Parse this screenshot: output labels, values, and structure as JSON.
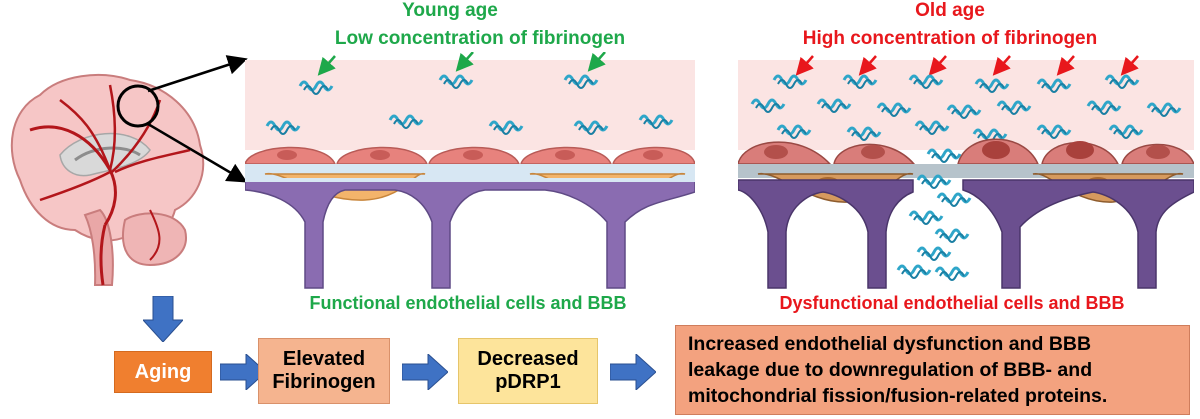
{
  "young": {
    "title": "Young age",
    "subtitle": "Low concentration of fibrinogen",
    "caption": "Functional endothelial cells and BBB"
  },
  "old": {
    "title": "Old age",
    "subtitle": "High concentration of fibrinogen",
    "caption": "Dysfunctional endothelial cells and BBB"
  },
  "flow": {
    "aging": "Aging",
    "elevated_line1": "Elevated",
    "elevated_line2": "Fibrinogen",
    "decreased_line1": "Decreased",
    "decreased_line2": "pDRP1",
    "outcome_line1": "Increased endothelial dysfunction and BBB",
    "outcome_line2": "leakage due to downregulation of BBB- and",
    "outcome_line3": "mitochondrial fission/fusion-related proteins."
  },
  "colors": {
    "green": "#1ea84a",
    "red": "#e8171c",
    "aging_box": "#f07f2f",
    "elevated_box": "#f5b48f",
    "decreased_box": "#fde49b",
    "outcome_box": "#f3a27f",
    "arrow_blue": "#3f72c4",
    "lumen": "#fbe4e3",
    "endothelial": "#e7827d",
    "pericyte": "#f3b46b",
    "astrocyte": "#8a6cb1",
    "basement": "#d7e7f3"
  },
  "icons": {
    "brain": "brain-illustration",
    "fibrinogen": "fibrinogen-molecule-icon",
    "flow_arrow": "blue-right-arrow-icon"
  }
}
